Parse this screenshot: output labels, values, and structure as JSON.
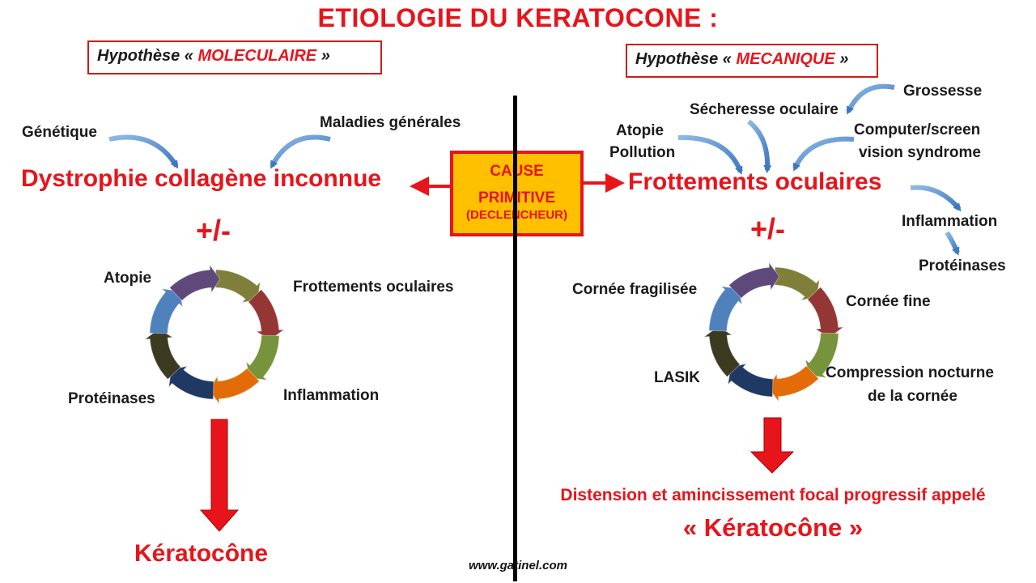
{
  "title": "ETIOLOGIE DU KERATOCONE :",
  "left": {
    "hypothesis_prefix": "Hypothèse « ",
    "hypothesis_name": "MOLECULAIRE",
    "hypothesis_suffix": " »",
    "inputs": [
      "Génétique",
      "Maladies générales"
    ],
    "main": "Dystrophie collagène inconnue",
    "plus_minus": "+/-",
    "cycle_labels": [
      "Atopie",
      "Frottements oculaires",
      "Inflammation",
      "Protéinases"
    ],
    "result": "Kératocône"
  },
  "center": {
    "cause_line1": "CAUSE",
    "cause_line2": "PRIMITIVE",
    "cause_line3": "(DECLENCHEUR)"
  },
  "right": {
    "hypothesis_prefix": "Hypothèse « ",
    "hypothesis_name": "MECANIQUE",
    "hypothesis_suffix": " »",
    "inputs": [
      "Atopie",
      "Pollution",
      "Sécheresse oculaire",
      "Grossesse",
      "Computer/screen",
      "vision syndrome"
    ],
    "main": "Frottements oculaires",
    "side_chain": [
      "Inflammation",
      "Protéinases"
    ],
    "plus_minus": "+/-",
    "cycle_labels": [
      "Cornée fragilisée",
      "Cornée fine",
      "Compression nocturne",
      "de la cornée",
      "LASIK"
    ],
    "result_line1": "Distension et amincissement focal progressif appelé",
    "result_line2": "« Kératocône »"
  },
  "footer": "www.gatinel.com",
  "colors": {
    "red": "#e8141b",
    "cause_fill": "#ffc000",
    "curve_arrow": "#5b9bd5",
    "cycle": [
      "#7f7f3a",
      "#943634",
      "#77933c",
      "#e36c09",
      "#1f3864",
      "#3d3a22",
      "#4f81bd",
      "#5f497a"
    ]
  }
}
